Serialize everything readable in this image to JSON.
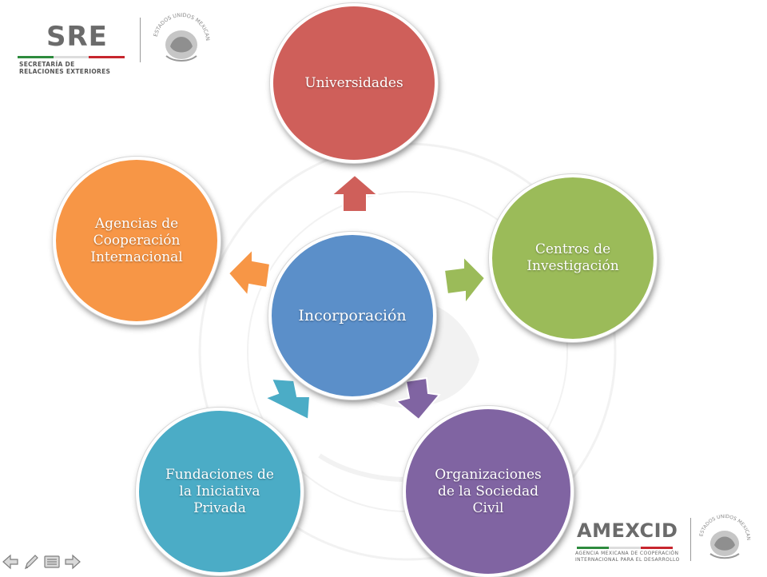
{
  "header": {
    "sre_logo": "SRE",
    "sre_subtitle_line1": "SECRETARÍA DE",
    "sre_subtitle_line2": "RELACIONES EXTERIORES",
    "seal_text": "ESTADOS UNIDOS MEXICANOS"
  },
  "diagram": {
    "center": {
      "label": "Incorporación",
      "color": "#5b8fc9"
    },
    "nodes": [
      {
        "label": "Universidades",
        "color": "#cf5f5a"
      },
      {
        "label": "Centros de\nInvestigación",
        "color": "#9bbb59"
      },
      {
        "label": "Organizaciones\nde la Sociedad\nCivil",
        "color": "#8064a2"
      },
      {
        "label": "Fundaciones de\nla Iniciativa\nPrivada",
        "color": "#4bacc6"
      },
      {
        "label": "Agencias de\nCooperación\nInternacional",
        "color": "#f79646"
      }
    ]
  },
  "footer": {
    "amexcid_title": "AMEXCID",
    "amexcid_line1": "AGENCIA MEXICANA DE COOPERACIÓN",
    "amexcid_line2": "INTERNACIONAL PARA EL DESARROLLO"
  },
  "nav": {
    "icons": [
      "arrow-left-icon",
      "pen-icon",
      "menu-icon",
      "arrow-right-icon"
    ]
  }
}
